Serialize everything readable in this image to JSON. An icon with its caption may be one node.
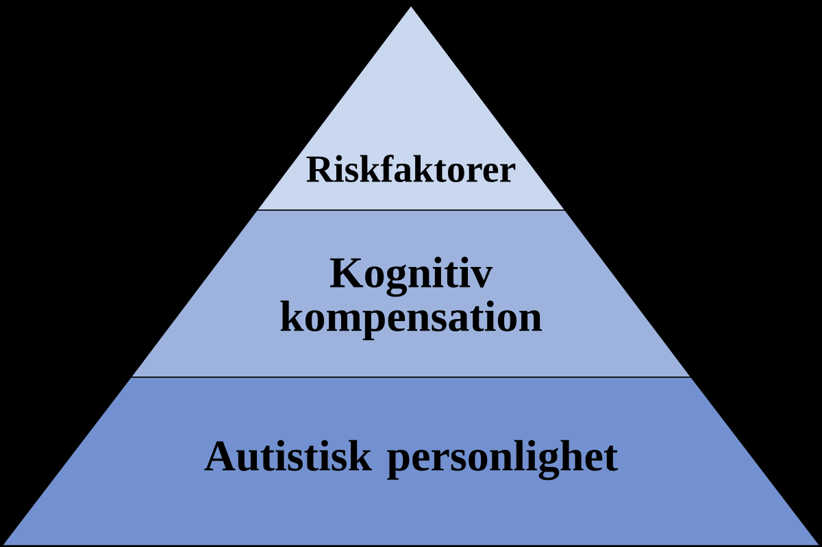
{
  "diagram": {
    "nodes": [
      {
        "text": [
          "Riskfaktorer"
        ]
      },
      {
        "text": [
          "Kognitiv kompensation"
        ]
      },
      {
        "text": [
          "Autistisk personlighet"
        ]
      }
    ]
  }
}
